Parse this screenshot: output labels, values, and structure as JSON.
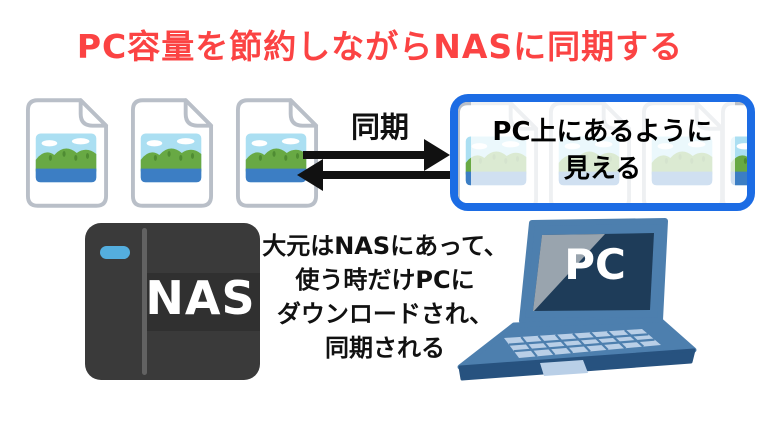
{
  "title": {
    "text": "PC容量を節約しながらNASに同期する",
    "color": "#fb4343"
  },
  "sync_arrows": {
    "label": "同期",
    "direction": "bidirectional",
    "color": "#111111"
  },
  "left_files": {
    "icon": "image-file-icon",
    "count": 3
  },
  "overlay_box": {
    "label_line1": "PC上にあるように",
    "label_line2": "見える",
    "border_color": "#1c6ce4",
    "icon": "image-file-icon-faded",
    "count": 3
  },
  "nas": {
    "label": "NAS",
    "body_color": "#3a3a3a",
    "led_icon": "power-led-icon",
    "led_color": "#54aede"
  },
  "pc": {
    "label": "PC",
    "body_color": "#4d7fae",
    "screen_color": "#1e3c59"
  },
  "description": {
    "lines": [
      "大元はNASにあって、",
      "使う時だけPCに",
      "ダウンロードされ、",
      "同期される"
    ]
  },
  "colors": {
    "title_red": "#fb4343",
    "box_blue": "#1c6ce4",
    "arrow_black": "#111111",
    "file_border": "#b9bfc8",
    "picture_sky": "#abdff2",
    "picture_hill": "#68a944",
    "picture_water": "#3c7ec4",
    "laptop_blue": "#4d7fae",
    "laptop_keys": "#b9cfe7",
    "screen_highlight": "#99a4ae"
  }
}
